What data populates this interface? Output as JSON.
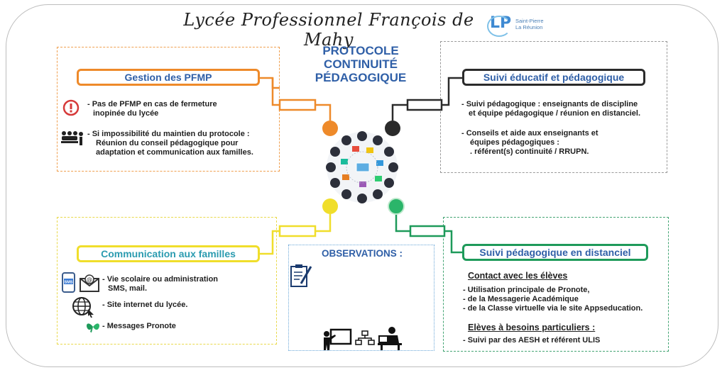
{
  "header": {
    "title": "Lycée Professionnel François de Mahy",
    "logo_mark": "LP",
    "logo_line1": "Saint-Pierre",
    "logo_line2": "La Réunion"
  },
  "center": {
    "title_line1": "PROTOCOLE",
    "title_line2": "CONTINUITÉ",
    "title_line3": "PÉDAGOGIQUE"
  },
  "pfmp": {
    "title": "Gestion des PFMP",
    "item1_line1": "- Pas de PFMP en cas de fermeture",
    "item1_line2": "inopinée du lycée",
    "item2_line1": "- Si impossibilité du maintien du protocole :",
    "item2_line2": "Réunion du conseil pédagogique pour",
    "item2_line3": "adaptation et communication aux familles."
  },
  "suivi": {
    "title": "Suivi éducatif et pédagogique",
    "item1_line1": "- Suivi pédagogique : enseignants de discipline",
    "item1_line2": "et équipe pédagogique / réunion en distanciel.",
    "item2_line1": "- Conseils et aide aux enseignants et",
    "item2_line2": "équipes pédagogiques :",
    "item2_line3": ". référent(s) continuité  / RRUPN."
  },
  "communication": {
    "title": "Communication aux familles",
    "item1_line1": "- Vie scolaire ou administration",
    "item1_line2": "SMS, mail.",
    "item2": "- Site  internet du lycée.",
    "item3": "- Messages Pronote",
    "sms_label": "SMS"
  },
  "observations": {
    "title": "OBSERVATIONS :"
  },
  "distanciel": {
    "title": "Suivi pédagogique en distanciel",
    "contact_heading": "Contact avec les élèves",
    "contact_item1": "- Utilisation principale de Pronote,",
    "contact_item2": "- de la Messagerie Académique",
    "contact_item3": "- de la Classe virtuelle via le site Appseducation.",
    "special_heading": "Elèves à besoins particuliers :",
    "special_item1": "- Suivi  par des AESH et référent ULIS"
  },
  "colors": {
    "orange": "#ee8a2a",
    "dark": "#2b2b2b",
    "yellow": "#f0de2b",
    "green": "#1e9a5a",
    "blue_title": "#2f5fa7"
  },
  "icons": [
    "warning-icon",
    "meeting-icon",
    "phone-sms-icon",
    "email-icon",
    "globe-icon",
    "pronote-icon",
    "clipboard-icon",
    "teacher-icon",
    "network-icon",
    "student-computer-icon",
    "people-network-icon"
  ]
}
